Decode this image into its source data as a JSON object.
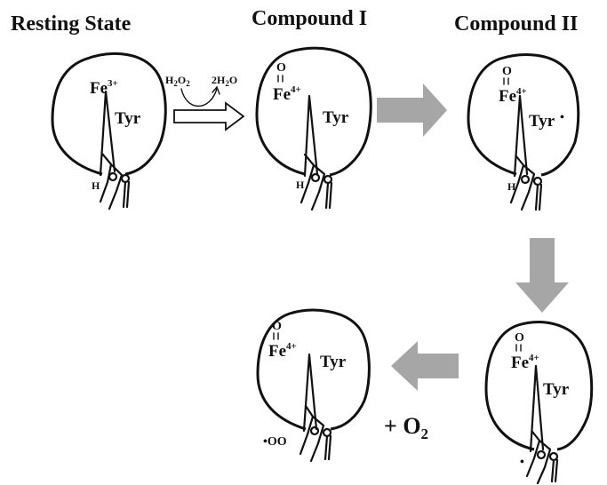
{
  "titles": {
    "resting": "Resting State",
    "compound1": "Compound I",
    "compound2": "Compound II"
  },
  "reaction": {
    "reactant_main": "H",
    "reactant_sub1": "2",
    "reactant_O": "O",
    "reactant_sub2": "2",
    "product_coef": "2H",
    "product_sub": "2",
    "product_O": "O"
  },
  "labels": {
    "fe": "Fe",
    "fe3_charge": "3+",
    "fe4_charge": "4+",
    "oxo": "O",
    "tyr": "Tyr",
    "h": "H",
    "oo": "•OO",
    "radical_dot": "•",
    "o2_prefix": "+ O",
    "o2_sub": "2"
  },
  "colors": {
    "line": "#111111",
    "flow_arrow": "#a6a6a6",
    "background": "#ffffff"
  }
}
